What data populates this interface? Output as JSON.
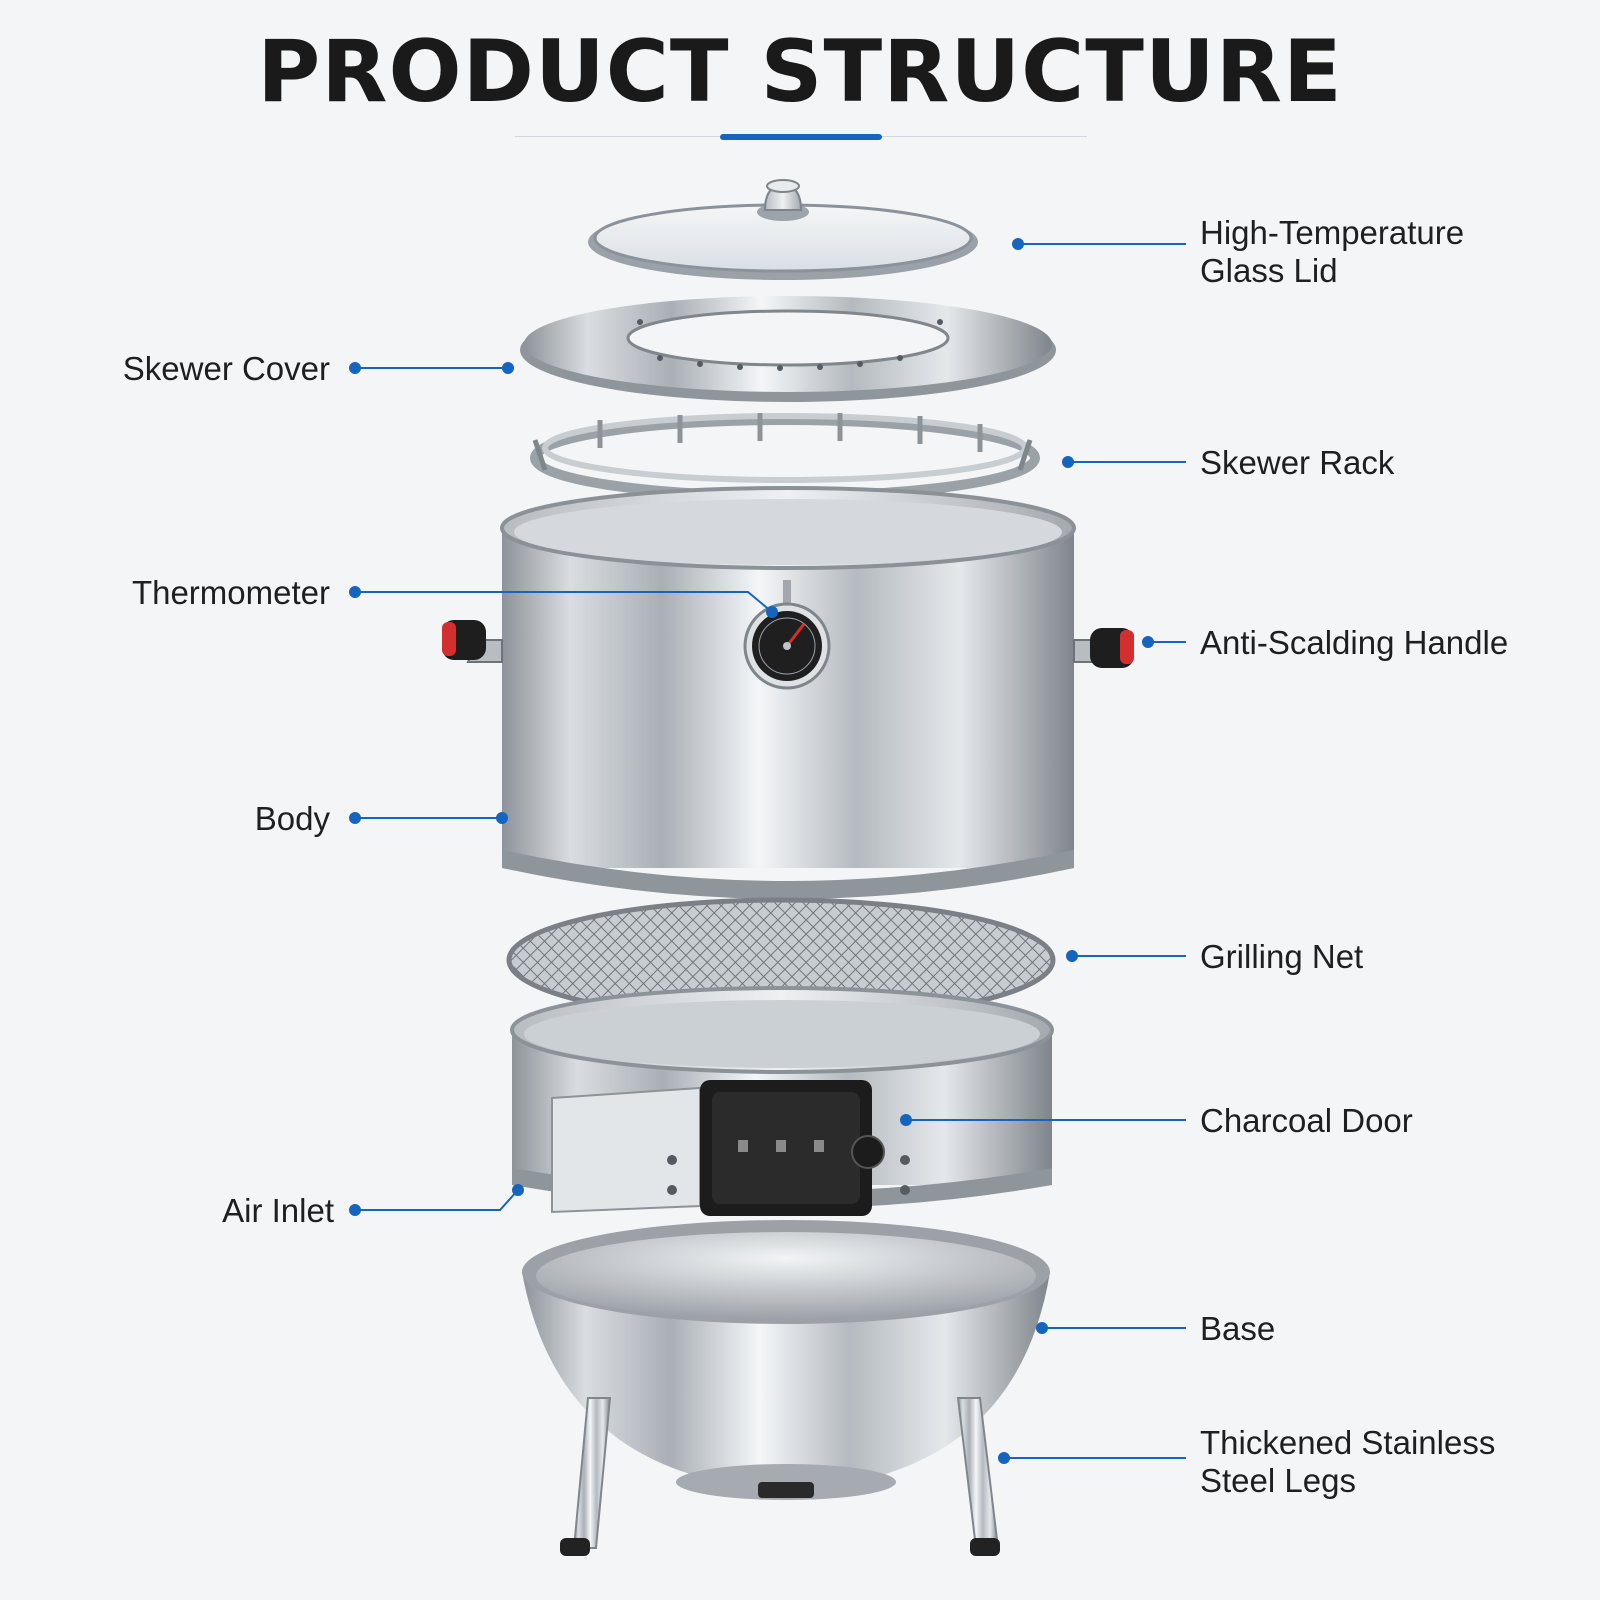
{
  "title": "PRODUCT STRUCTURE",
  "colors": {
    "accent": "#1565c0",
    "steel": "#c9ced4",
    "handle_red": "#d32f2f"
  },
  "labels": {
    "glass_lid": [
      "High-Temperature",
      "Glass Lid"
    ],
    "skewer_cover": "Skewer Cover",
    "skewer_rack": "Skewer Rack",
    "thermometer": "Thermometer",
    "anti_scalding_handle": "Anti-Scalding Handle",
    "body": "Body",
    "grilling_net": "Grilling Net",
    "charcoal_door": "Charcoal Door",
    "air_inlet": "Air Inlet",
    "base": "Base",
    "legs": [
      "Thickened Stainless",
      "Steel Legs"
    ]
  }
}
